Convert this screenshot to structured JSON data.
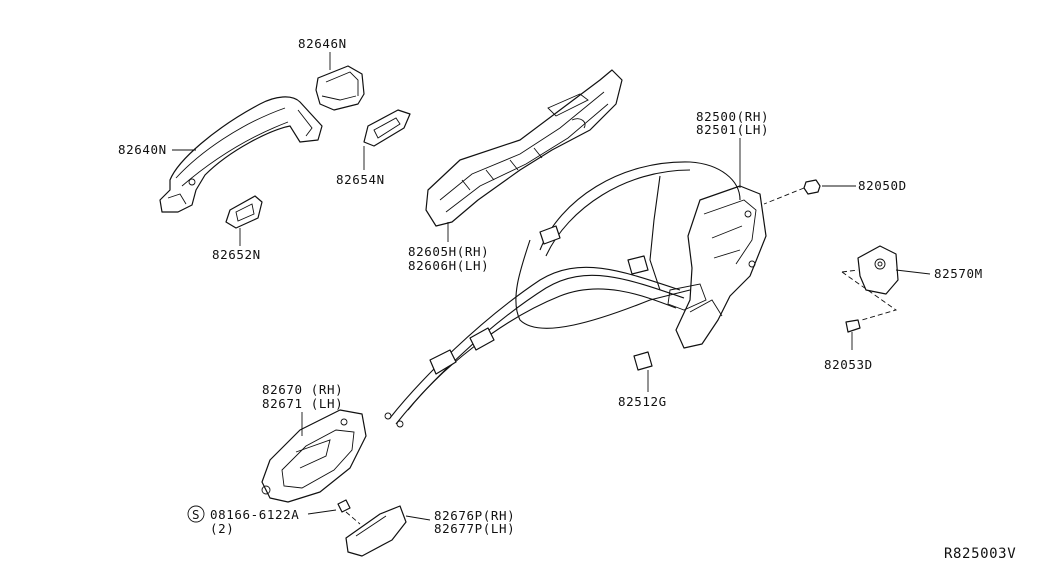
{
  "diagram_code": "R825003V",
  "callouts": {
    "outside_handle_cover": "82646N",
    "outside_handle_grip": "82640N",
    "handle_gasket_rear": "82654N",
    "handle_gasket_front": "82652N",
    "handle_bracket_rh": "82605H(RH)",
    "handle_bracket_lh": "82606H(LH)",
    "door_lock_rh": "82500(RH)",
    "door_lock_lh": "82501(LH)",
    "lock_screw": "82050D",
    "striker": "82570M",
    "striker_screw": "82053D",
    "cable_clip": "82512G",
    "inside_handle_rh": "82670 (RH)",
    "inside_handle_lh": "82671 (LH)",
    "inside_handle_cover_rh": "82676P(RH)",
    "inside_handle_cover_lh": "82677P(LH)",
    "screw_symbol": "S",
    "screw_part": "08166-6122A",
    "screw_qty": "(2)"
  }
}
